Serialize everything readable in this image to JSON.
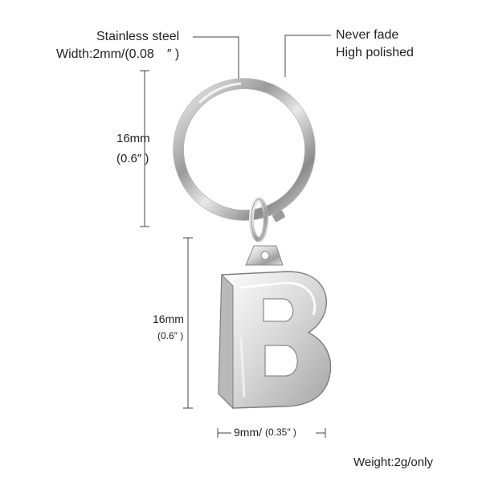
{
  "callouts": {
    "material": "Stainless steel",
    "width": "Width:2mm/(0.08　″ )",
    "never_fade": "Never fade",
    "polished": "High polished"
  },
  "dimensions": {
    "ring_mm": "16mm",
    "ring_in": "(0.6″ )",
    "pendant_mm": "16mm",
    "pendant_in": "(0.6″ )",
    "pendant_width_mm": "9mm/",
    "pendant_width_in": "(0.35″ )"
  },
  "weight": "Weight:2g/only",
  "pendant_letter": "B"
}
